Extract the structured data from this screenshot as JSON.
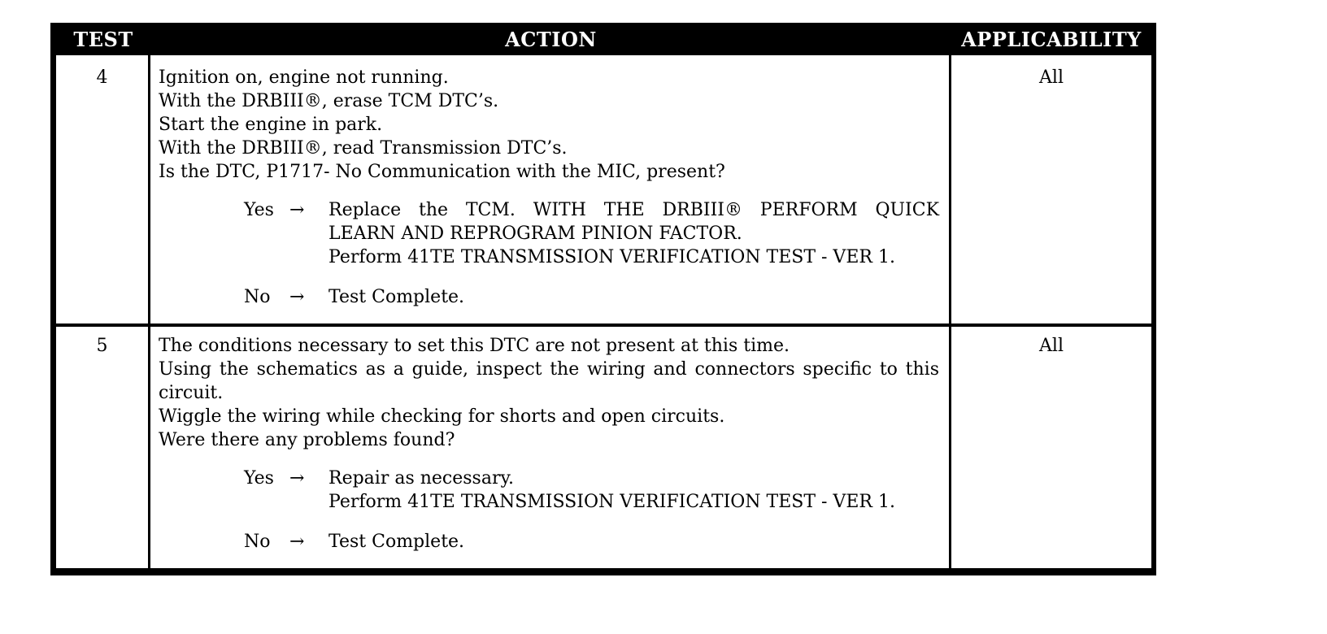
{
  "table": {
    "headers": {
      "test": "TEST",
      "action": "ACTION",
      "applicability": "APPLICABILITY"
    },
    "rows": [
      {
        "test": "4",
        "applicability": "All",
        "action_lines": [
          "Ignition on, engine not running.",
          "With the DRBIII®, erase TCM DTC’s.",
          "Start the engine in park.",
          "With the DRBIII®, read Transmission DTC’s.",
          "Is the DTC, P1717- No Communication with the MIC, present?"
        ],
        "branches": [
          {
            "label": "Yes",
            "arrow": "→",
            "lines": [
              "Replace the TCM. WITH THE DRBIII® PERFORM QUICK",
              "LEARN AND REPROGRAM PINION FACTOR.",
              "Perform 41TE TRANSMISSION VERIFICATION TEST - VER 1."
            ]
          },
          {
            "label": "No",
            "arrow": "→",
            "lines": [
              "Test Complete."
            ]
          }
        ]
      },
      {
        "test": "5",
        "applicability": "All",
        "action_lines": [
          "The conditions necessary to set this DTC are not present at this time.",
          "Using the schematics as a guide, inspect the wiring and connectors specific to this",
          "circuit.",
          "Wiggle the wiring while checking for shorts and open circuits.",
          "Were there any problems found?"
        ],
        "branches": [
          {
            "label": "Yes",
            "arrow": "→",
            "lines": [
              "Repair as necessary.",
              "Perform 41TE TRANSMISSION VERIFICATION TEST - VER 1."
            ]
          },
          {
            "label": "No",
            "arrow": "→",
            "lines": [
              "Test Complete."
            ]
          }
        ]
      }
    ]
  },
  "colors": {
    "header_bg": "#000000",
    "header_text": "#ffffff",
    "body_text": "#000000",
    "page_bg": "#ffffff"
  }
}
